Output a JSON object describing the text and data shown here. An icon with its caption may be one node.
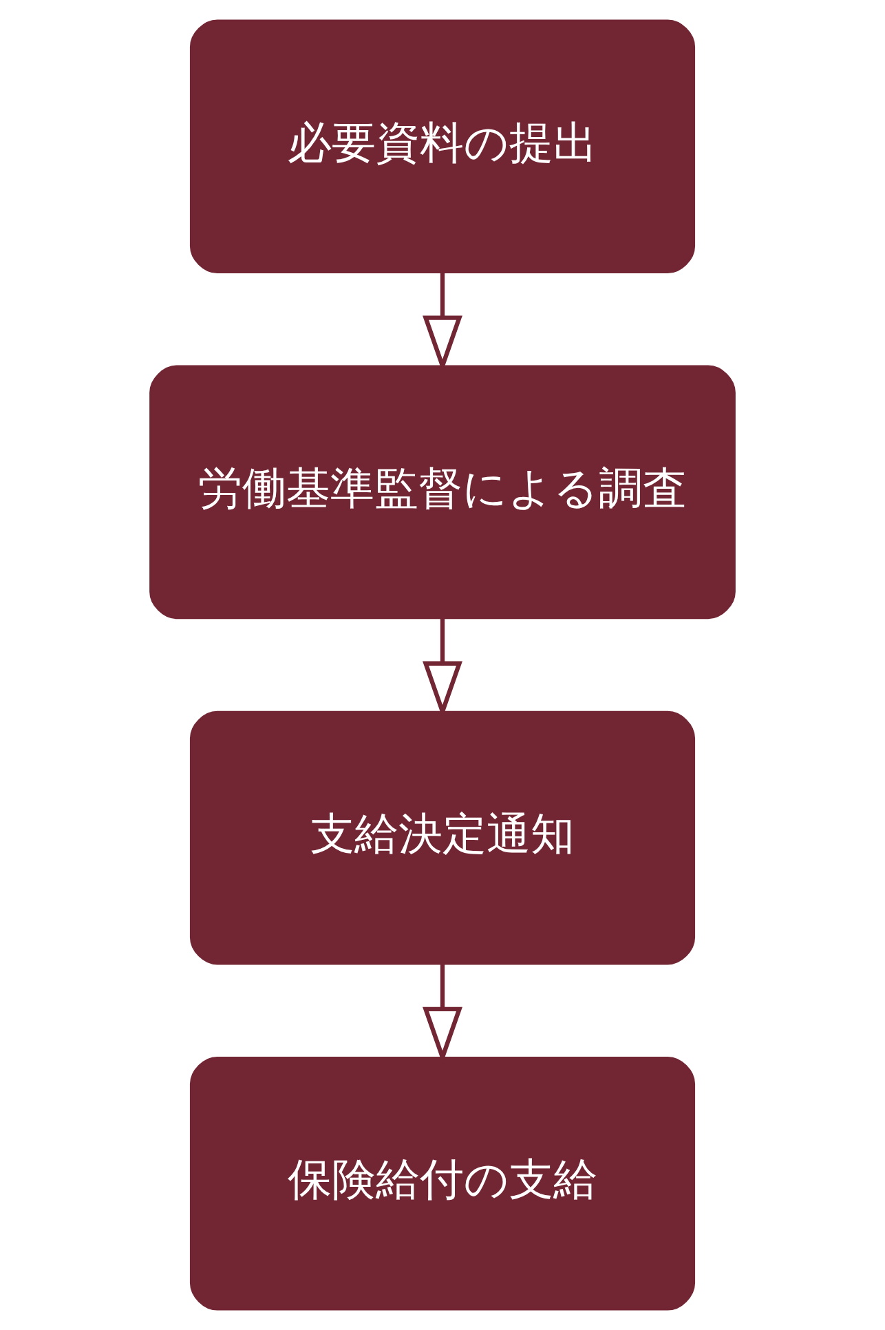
{
  "diagram": {
    "nodes": [
      {
        "text": [
          "必要資料の提出"
        ]
      },
      {
        "text": [
          "労働基準監督による調査"
        ]
      },
      {
        "text": [
          "支給決定通知"
        ]
      },
      {
        "text": [
          "保険給付の支給"
        ]
      }
    ],
    "edges": [
      {
        "from": 0,
        "to": 1,
        "arrow": "to"
      },
      {
        "from": 1,
        "to": 2,
        "arrow": "to"
      },
      {
        "from": 2,
        "to": 3,
        "arrow": "to"
      }
    ]
  }
}
